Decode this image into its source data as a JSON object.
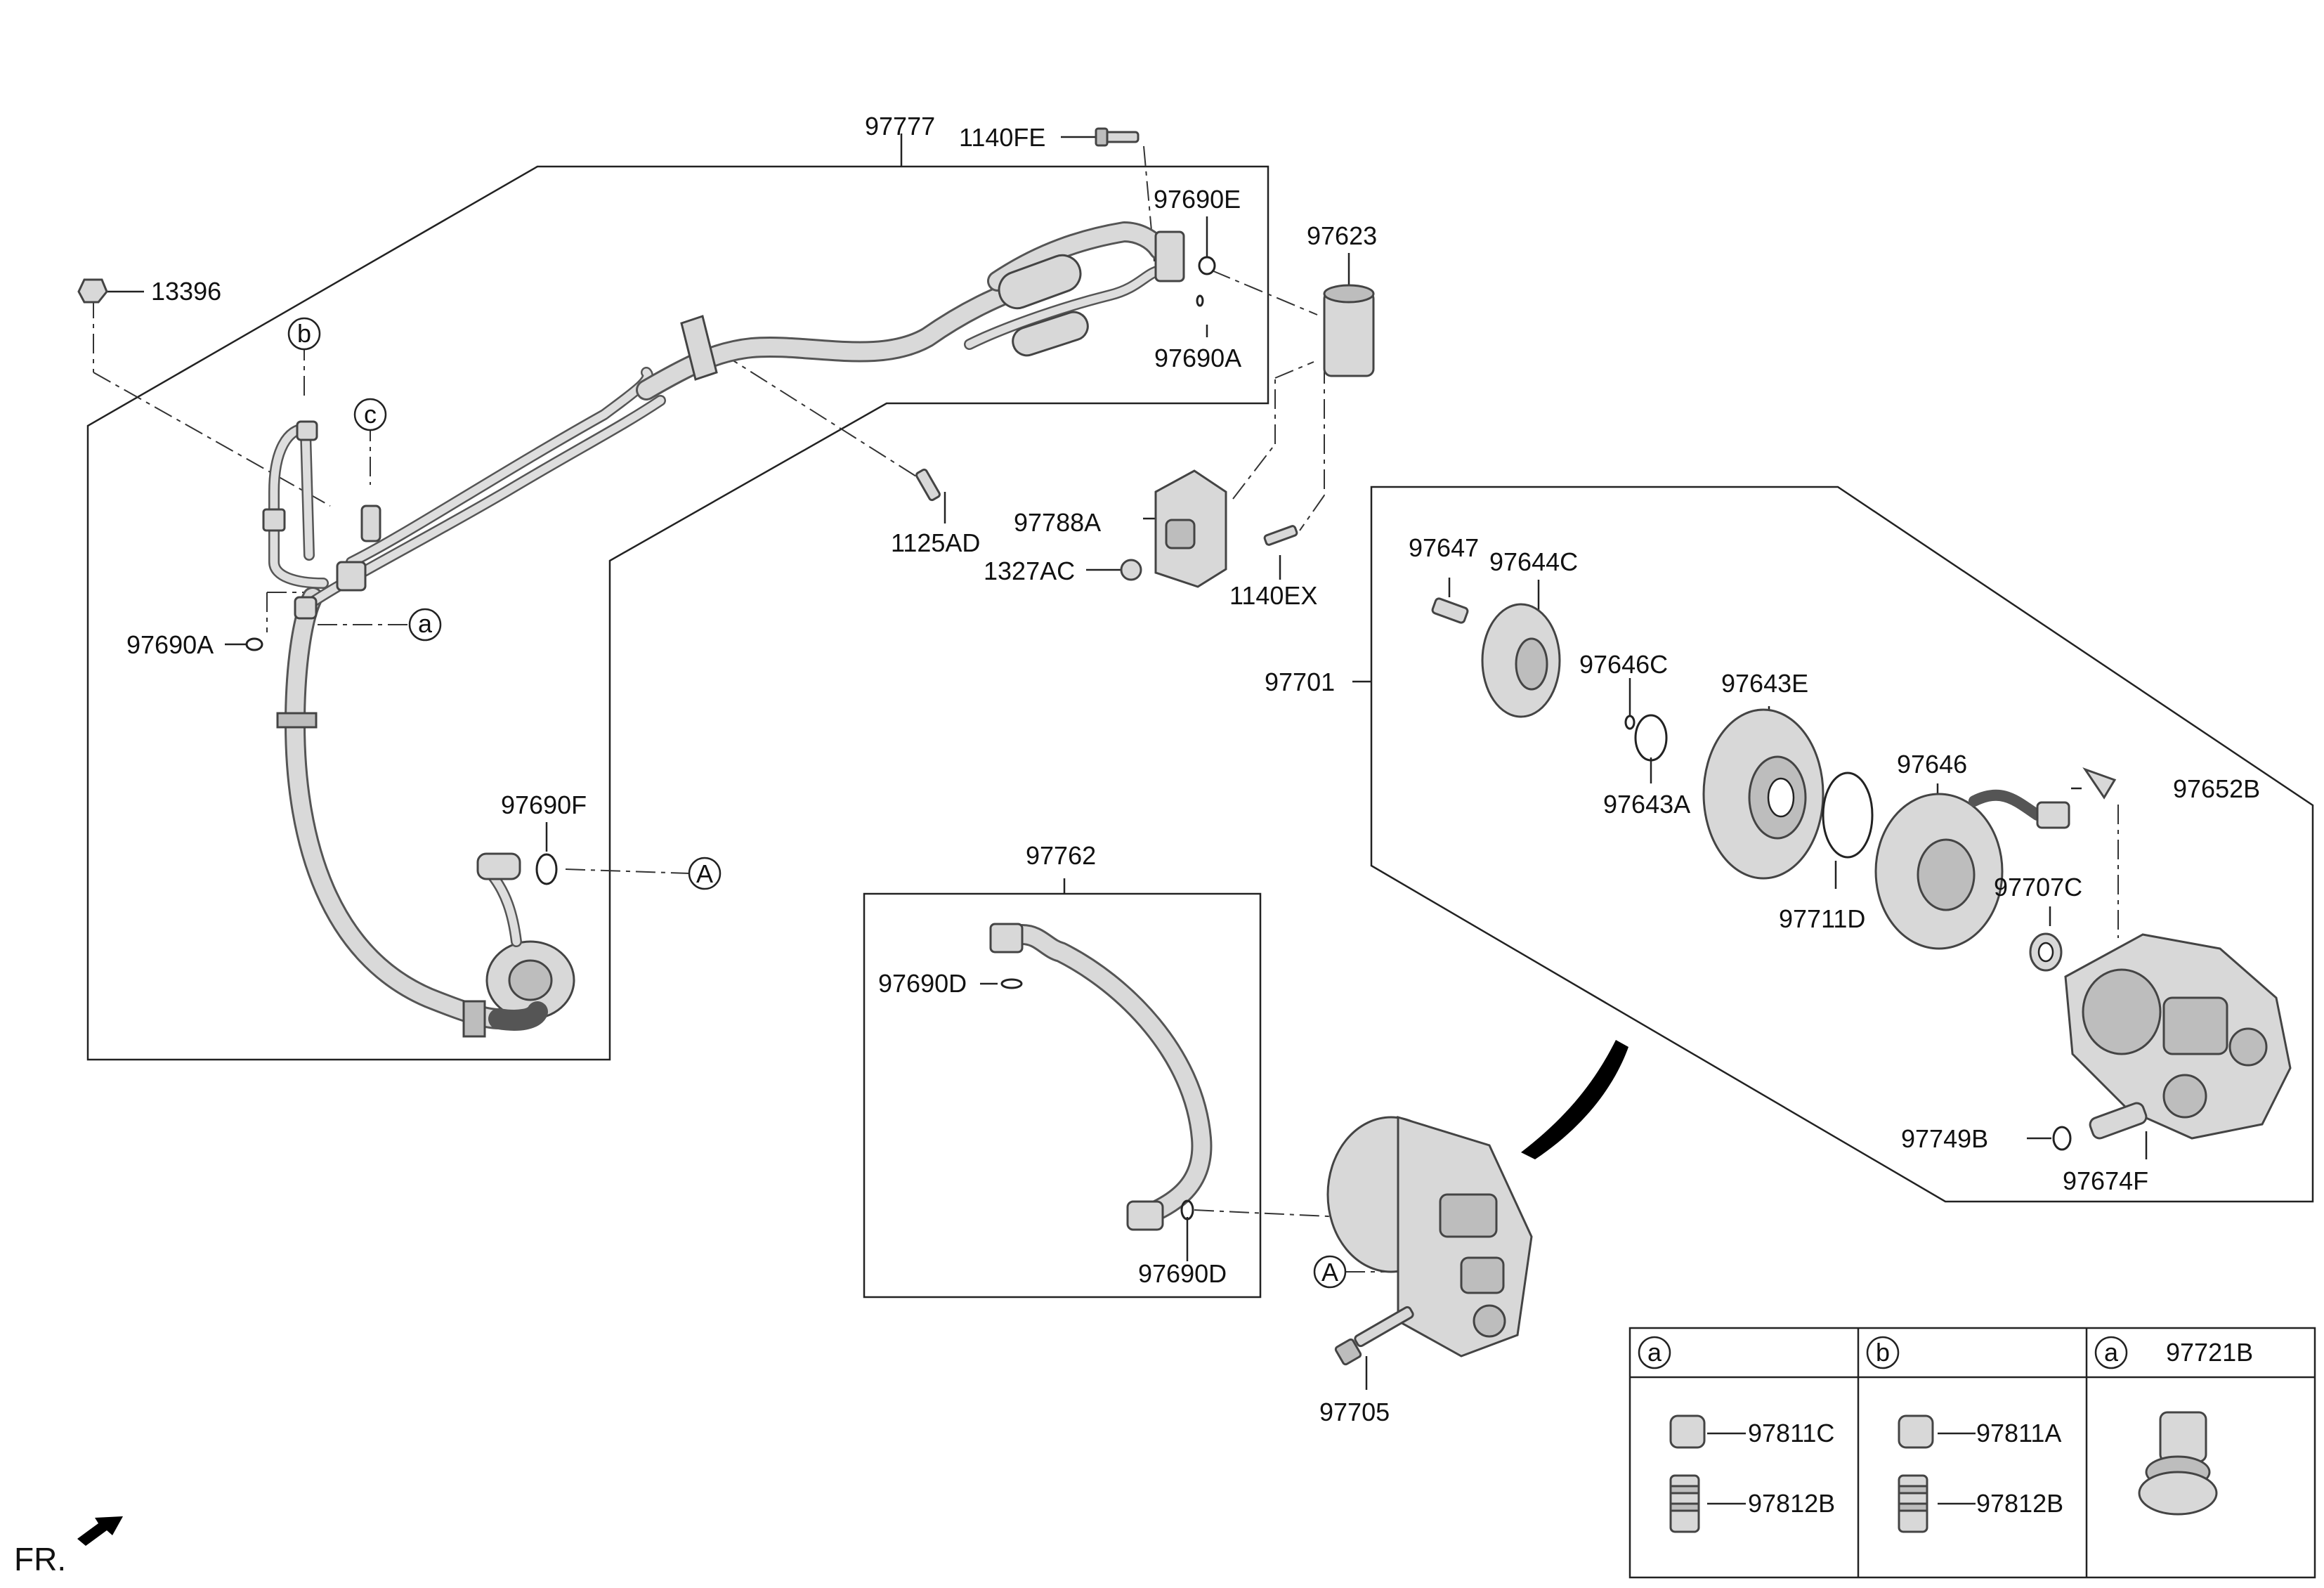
{
  "labels": {
    "p97777": "97777",
    "p1140FE": "1140FE",
    "p97690E": "97690E",
    "p97623": "97623",
    "p13396": "13396",
    "p97690A_top": "97690A",
    "p1125AD": "1125AD",
    "p97788A": "97788A",
    "p1327AC": "1327AC",
    "p1140EX": "1140EX",
    "p97690A_left": "97690A",
    "p97690F": "97690F",
    "p97762": "97762",
    "p97690D_top": "97690D",
    "p97690D_bottom": "97690D",
    "p97705": "97705",
    "p97701": "97701",
    "p97647": "97647",
    "p97644C": "97644C",
    "p97646C": "97646C",
    "p97643E": "97643E",
    "p97643A": "97643A",
    "p97711D": "97711D",
    "p97646": "97646",
    "p97652B": "97652B",
    "p97707C": "97707C",
    "p97749B": "97749B",
    "p97674F": "97674F",
    "fr": "FR."
  },
  "callouts": {
    "a": "a",
    "b": "b",
    "c": "c",
    "A": "A"
  },
  "legend": {
    "col1_header": "a",
    "col2_header": "b",
    "col3_header": "a",
    "col3_part": "97721B",
    "col1_part1": "97811C",
    "col1_part2": "97812B",
    "col2_part1": "97811A",
    "col2_part2": "97812B"
  }
}
